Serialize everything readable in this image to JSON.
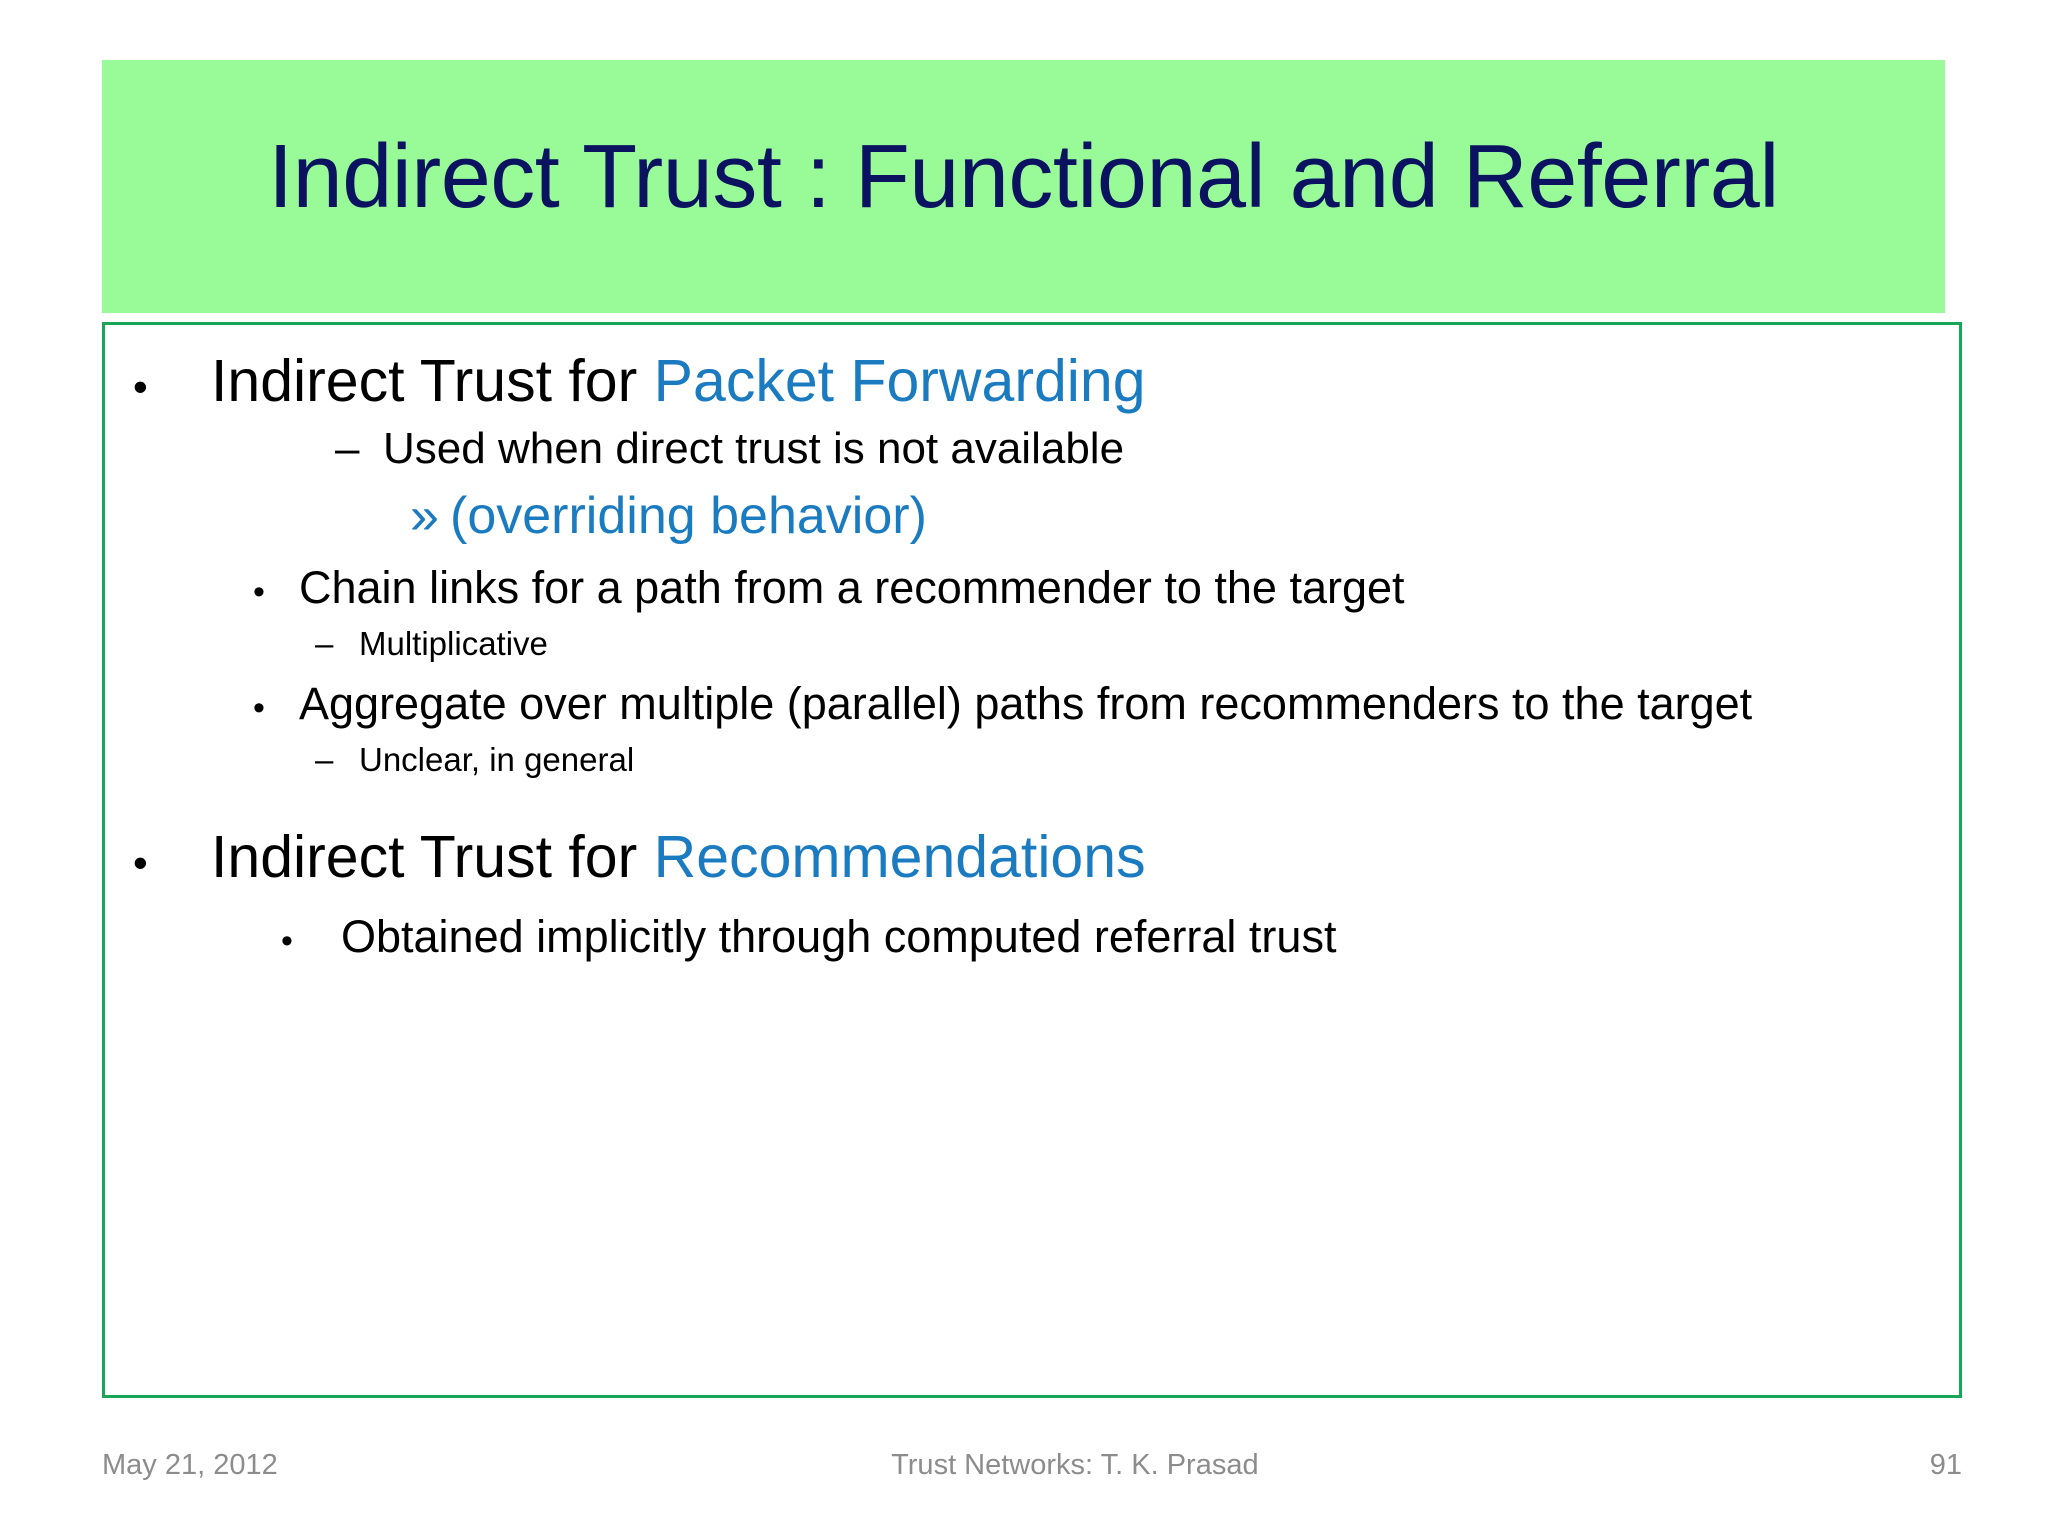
{
  "slide": {
    "title": "Indirect Trust : Functional and Referral",
    "banner_color": "#98FB98",
    "title_color": "#0B1260",
    "box_border_color": "#17A558",
    "accent_blue": "#1B7BC0"
  },
  "bullets": {
    "b1": {
      "marker": "•",
      "lead": "Indirect Trust for ",
      "accent": "Packet Forwarding"
    },
    "b1_sub1": {
      "marker": "–",
      "text": "Used when direct trust is not available"
    },
    "b1_sub1_sub": {
      "marker": "»",
      "text": "(overriding behavior)"
    },
    "b1_sub2": {
      "marker": "•",
      "text": "Chain links for a path from a recommender to the target"
    },
    "b1_sub2_sub": {
      "marker": "–",
      "text": "Multiplicative"
    },
    "b1_sub3": {
      "marker": "•",
      "text": "Aggregate over multiple (parallel) paths from recommenders to the target"
    },
    "b1_sub3_sub": {
      "marker": "–",
      "text": "Unclear, in general"
    },
    "b2": {
      "marker": "•",
      "lead": "Indirect Trust for ",
      "accent": "Recommendations"
    },
    "b2_sub1": {
      "marker": "•",
      "text": "Obtained implicitly through computed referral trust"
    }
  },
  "footer": {
    "date": "May 21, 2012",
    "center": "Trust Networks: T. K. Prasad",
    "page": "91"
  }
}
